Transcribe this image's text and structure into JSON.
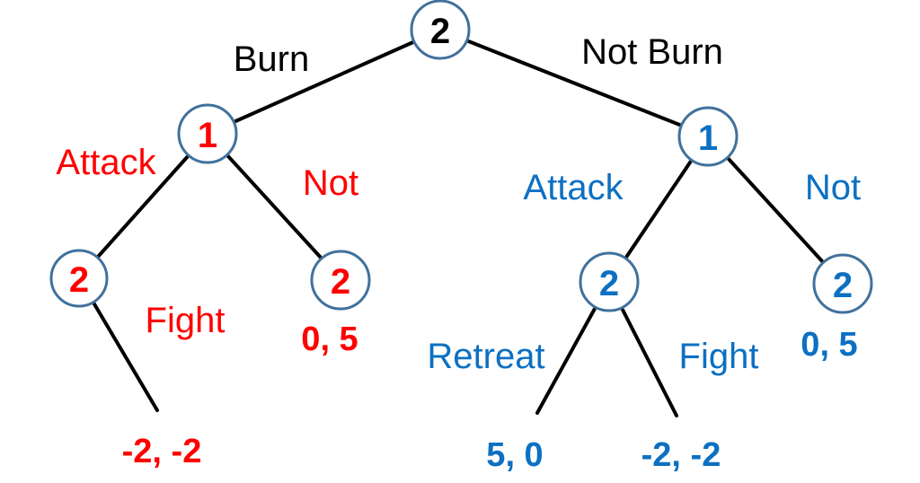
{
  "colors": {
    "burn_side_accent": "#FF0000",
    "not_burn_side_accent": "#0D70C2",
    "neutral_text": "#000000",
    "node_circle_stroke": "#41719C",
    "edge_line": "#000000",
    "background": "#FFFFFF"
  },
  "nodes": [
    {
      "id": "root",
      "player": "2"
    },
    {
      "id": "burn-1",
      "player": "1"
    },
    {
      "id": "burn-attack-2",
      "player": "2"
    },
    {
      "id": "burn-not-2",
      "player": "2"
    },
    {
      "id": "notburn-1",
      "player": "1"
    },
    {
      "id": "notburn-attack-2",
      "player": "2"
    },
    {
      "id": "notburn-not-2",
      "player": "2"
    }
  ],
  "branches": [
    {
      "id": "burn",
      "label": "Burn"
    },
    {
      "id": "not-burn",
      "label": "Not Burn"
    },
    {
      "id": "attack-left",
      "label": "Attack"
    },
    {
      "id": "not-left",
      "label": "Not"
    },
    {
      "id": "fight-left",
      "label": "Fight"
    },
    {
      "id": "attack-right",
      "label": "Attack"
    },
    {
      "id": "not-right",
      "label": "Not"
    },
    {
      "id": "retreat",
      "label": "Retreat"
    },
    {
      "id": "fight-right",
      "label": "Fight"
    }
  ],
  "payoffs": [
    {
      "id": "burn-attack-fight",
      "value": "-2, -2"
    },
    {
      "id": "burn-not",
      "value": "0, 5"
    },
    {
      "id": "notburn-attack-retreat",
      "value": "5, 0"
    },
    {
      "id": "notburn-attack-fight",
      "value": "-2, -2"
    },
    {
      "id": "notburn-not",
      "value": "0, 5"
    }
  ]
}
